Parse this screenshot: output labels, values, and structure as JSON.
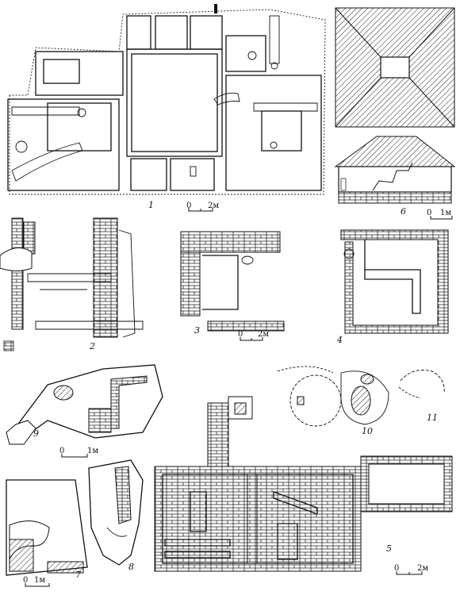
{
  "figures": [
    {
      "id": "1",
      "label": "1"
    },
    {
      "id": "2",
      "label": "2"
    },
    {
      "id": "3",
      "label": "3"
    },
    {
      "id": "4",
      "label": "4"
    },
    {
      "id": "5",
      "label": "5"
    },
    {
      "id": "6",
      "label": "6"
    },
    {
      "id": "7",
      "label": "7"
    },
    {
      "id": "8",
      "label": "8"
    },
    {
      "id": "9",
      "label": "9"
    },
    {
      "id": "10",
      "label": "10"
    },
    {
      "id": "11",
      "label": "11"
    }
  ],
  "scales": {
    "s1": {
      "zero": "0",
      "length": "2м"
    },
    "s3": {
      "zero": "0",
      "length": "2м"
    },
    "s5": {
      "zero": "0",
      "length": "2м"
    },
    "s6": {
      "zero": "0",
      "length": "1м"
    },
    "s7": {
      "zero": "0",
      "length": "1м"
    },
    "s9": {
      "zero": "0",
      "length": "1м"
    }
  }
}
